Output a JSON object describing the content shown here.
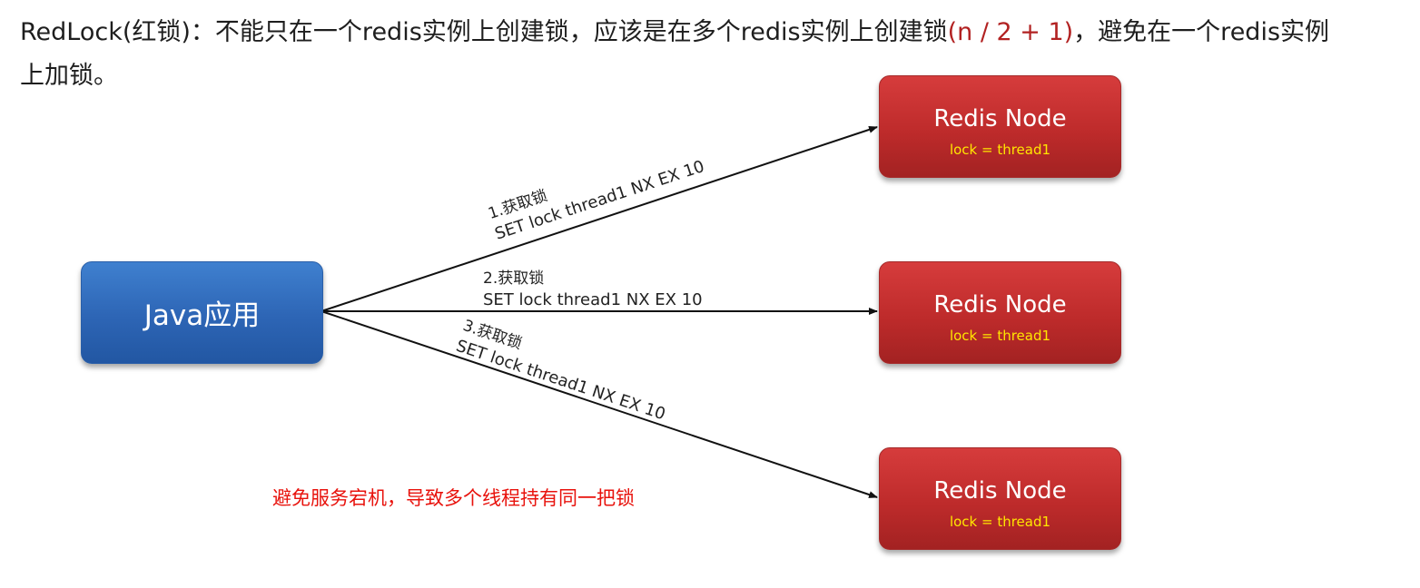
{
  "heading": {
    "prefix": "RedLock(红锁)：不能只在一个redis实例上创建锁，应该是在多个redis实例上创建锁",
    "formula": "(n / 2 + 1)",
    "suffix": "，避免在一个redis实例上加锁。"
  },
  "client": {
    "label": "Java应用"
  },
  "nodes": [
    {
      "title": "Redis Node",
      "lock": "lock = thread1"
    },
    {
      "title": "Redis Node",
      "lock": "lock = thread1"
    },
    {
      "title": "Redis Node",
      "lock": "lock = thread1"
    }
  ],
  "edges": [
    {
      "step": "1.获取锁",
      "command": "SET lock thread1 NX EX 10"
    },
    {
      "step": "2.获取锁",
      "command": "SET lock thread1 NX EX 10"
    },
    {
      "step": "3.获取锁",
      "command": "SET lock thread1 NX EX 10"
    }
  ],
  "note": "避免服务宕机，导致多个线程持有同一把锁",
  "colors": {
    "client_box": "#2d65b5",
    "node_box": "#be2b2b",
    "lock_text": "#ffe600",
    "note_text": "#e8120c",
    "formula_text": "#b22222"
  }
}
